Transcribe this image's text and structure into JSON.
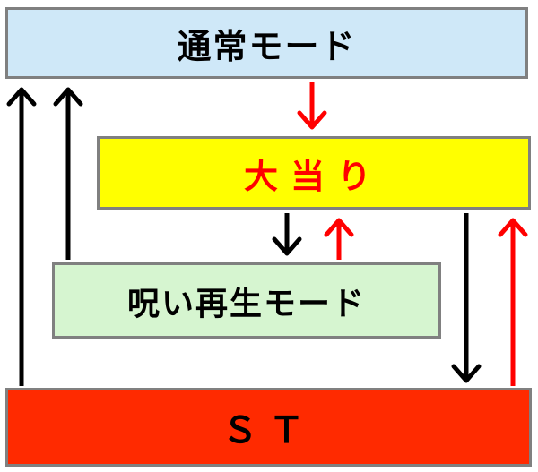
{
  "boxes": {
    "normal": {
      "label": "通常モード",
      "color": "#cfe8f8"
    },
    "jackpot": {
      "label": "大当り",
      "color": "#ffff00",
      "text_color": "#ff0000"
    },
    "curse": {
      "label": "呪い再生モード",
      "color": "#d6f5d0"
    },
    "st": {
      "label": "ＳＴ",
      "color": "#ff2a00"
    }
  },
  "edges": [
    {
      "from": "normal",
      "to": "jackpot",
      "color": "#ff0000"
    },
    {
      "from": "jackpot",
      "to": "curse",
      "color": "#000000"
    },
    {
      "from": "curse",
      "to": "jackpot",
      "color": "#ff0000"
    },
    {
      "from": "curse",
      "to": "normal",
      "color": "#000000"
    },
    {
      "from": "st",
      "to": "normal",
      "color": "#000000"
    },
    {
      "from": "jackpot",
      "to": "st",
      "color": "#000000"
    },
    {
      "from": "st",
      "to": "jackpot",
      "color": "#ff0000"
    }
  ]
}
